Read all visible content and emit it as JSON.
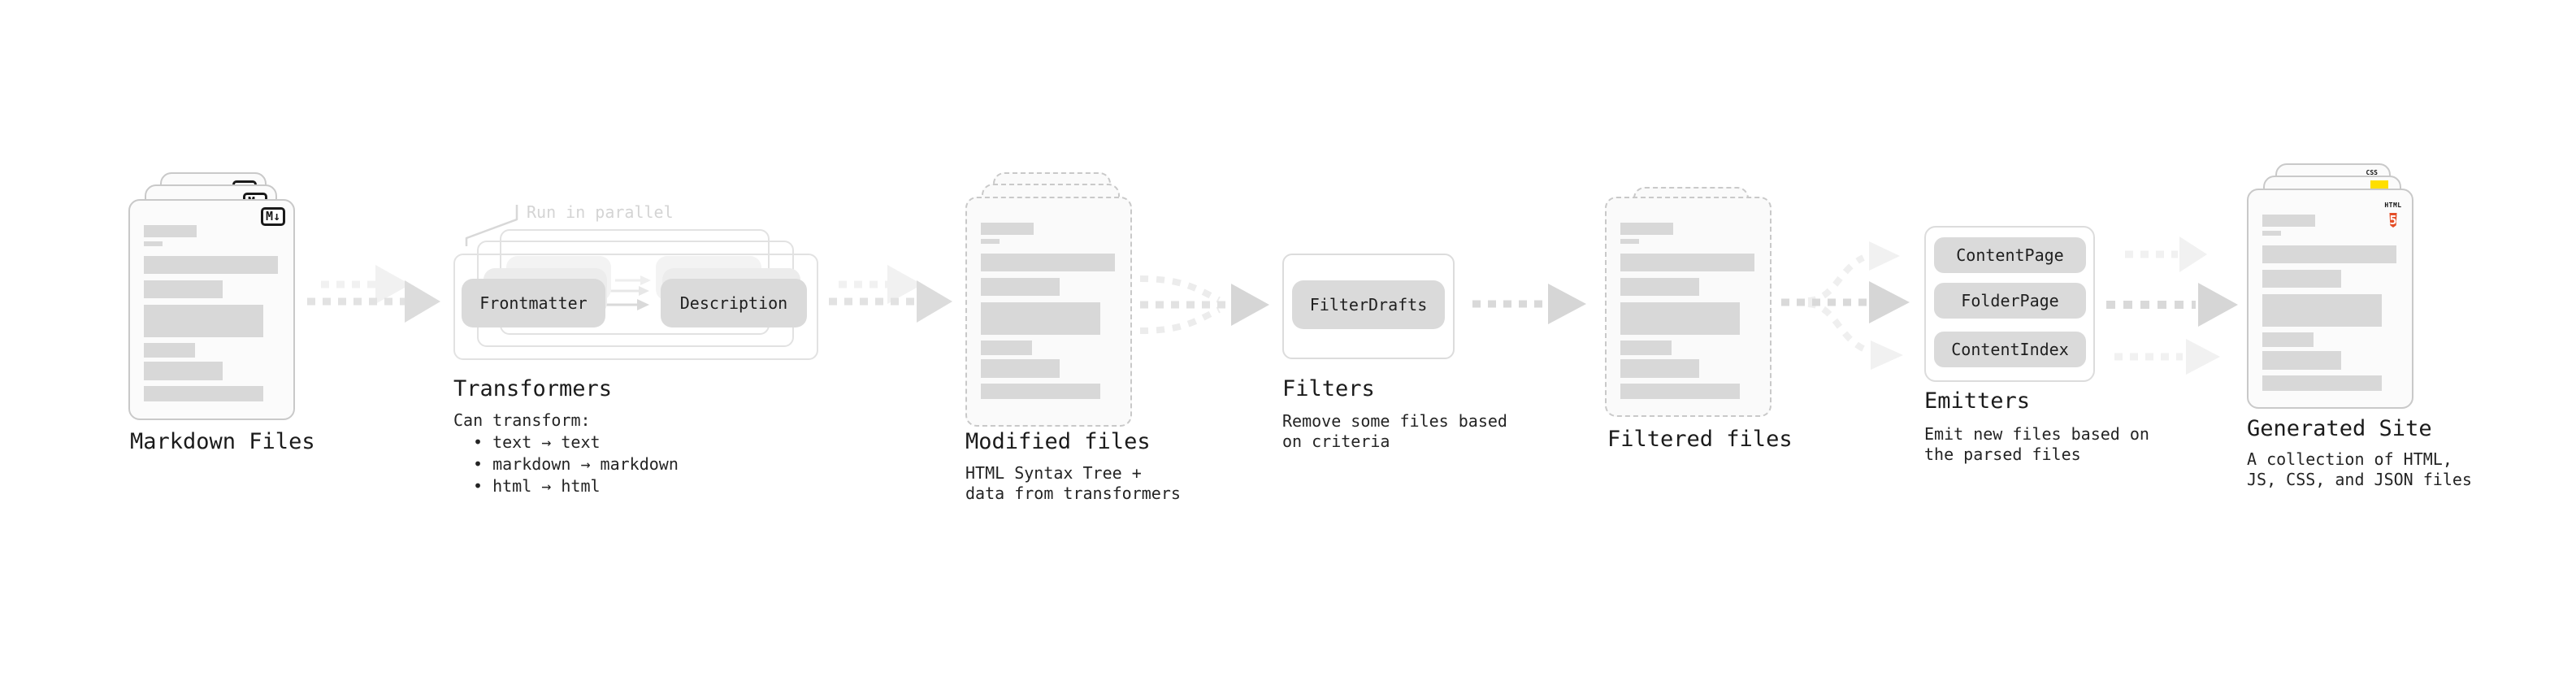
{
  "colors": {
    "page_bg": "#ffffff",
    "card_bg": "#fbfbfb",
    "card_border": "#c9c9c9",
    "bar": "#d8d8d8",
    "plugin_bg": "#dadada",
    "plugin_ghost1": "#ececec",
    "plugin_ghost2": "#f3f3f3",
    "container_border": "#e2e2e2",
    "panel_border": "#dcdcdc",
    "title_text": "#1b1b1b",
    "body_text": "#242424",
    "plugin_text": "#1f1f1f",
    "callout_text": "#d4d4d4",
    "leader_line": "#d8d8d8",
    "arrow_dash": "#e2e2e2",
    "arrow_head": "#dcdcdc",
    "arrow_dash_strong": "#d9d9d9",
    "arrow_head_strong": "#d6d6d6",
    "arrow_light": "#f1f1f1",
    "markdown_icon_ink": "#1a1a1a",
    "html5_orange": "#e44d26",
    "js_yellow": "#ffdf00",
    "css_blue": "#2965f1"
  },
  "stages": {
    "markdown": {
      "title": "Markdown Files",
      "badge": "M↓"
    },
    "transformers": {
      "callout": "Run in parallel",
      "plugin_a": "Frontmatter",
      "plugin_b": "Description",
      "title": "Transformers",
      "desc_heading": "Can transform:",
      "bullets": [
        "• text → text",
        "• markdown → markdown",
        "• html → html"
      ]
    },
    "modified": {
      "title": "Modified files",
      "desc": [
        "HTML Syntax Tree +",
        "data from transformers"
      ]
    },
    "filters": {
      "title": "Filters",
      "plugin": "FilterDrafts",
      "desc": [
        "Remove some files based",
        "on criteria"
      ]
    },
    "filtered": {
      "title": "Filtered files"
    },
    "emitters": {
      "title": "Emitters",
      "plugins": [
        "ContentPage",
        "FolderPage",
        "ContentIndex"
      ],
      "desc": [
        "Emit new files based on",
        "the parsed files"
      ]
    },
    "generated": {
      "title": "Generated Site",
      "desc": [
        "A collection of HTML,",
        "JS, CSS, and JSON files"
      ],
      "badge_html": "HTML",
      "badge_html_number": "5",
      "badge_css": "CSS"
    }
  }
}
